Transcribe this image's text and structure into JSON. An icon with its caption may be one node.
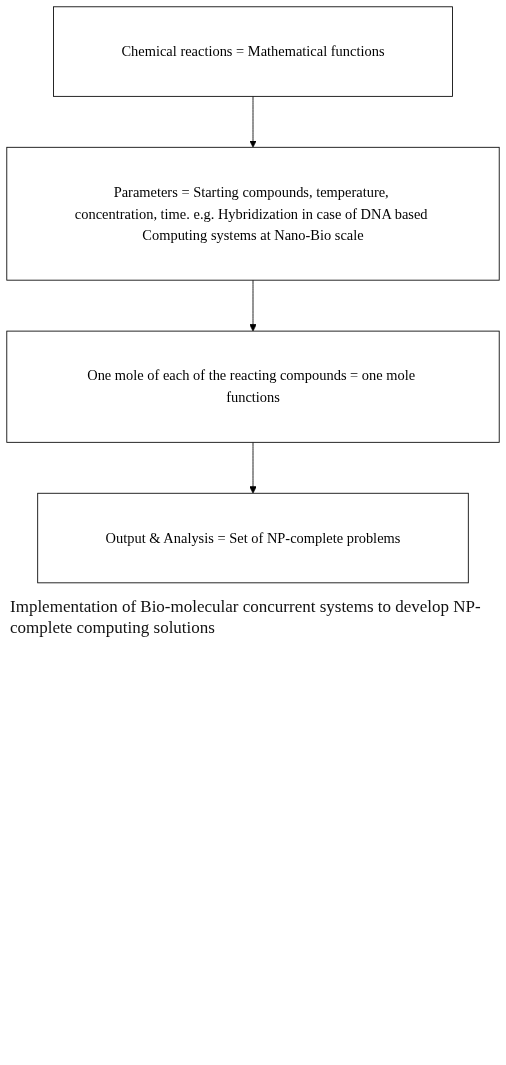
{
  "diagram": {
    "caption": "Implementation of Bio-molecular concurrent systems to develop NP-complete computing solutions",
    "nodes": [
      {
        "text": [
          "Chemical reactions = Mathematical functions"
        ]
      },
      {
        "text": [
          "Parameters = Starting compounds, temperature, concentration, time. e.g. Hybridization in case of DNA based Computing systems at Nano-Bio scale"
        ]
      },
      {
        "text": [
          "One mole of each of the reacting compounds = one mole functions"
        ]
      },
      {
        "text": [
          "Output & Analysis = Set of NP-complete problems"
        ]
      }
    ],
    "edges": [
      {
        "from": 0,
        "to": 1,
        "arrow": "to"
      },
      {
        "from": 1,
        "to": 2,
        "arrow": "to"
      },
      {
        "from": 2,
        "to": 3,
        "arrow": "to"
      }
    ]
  }
}
